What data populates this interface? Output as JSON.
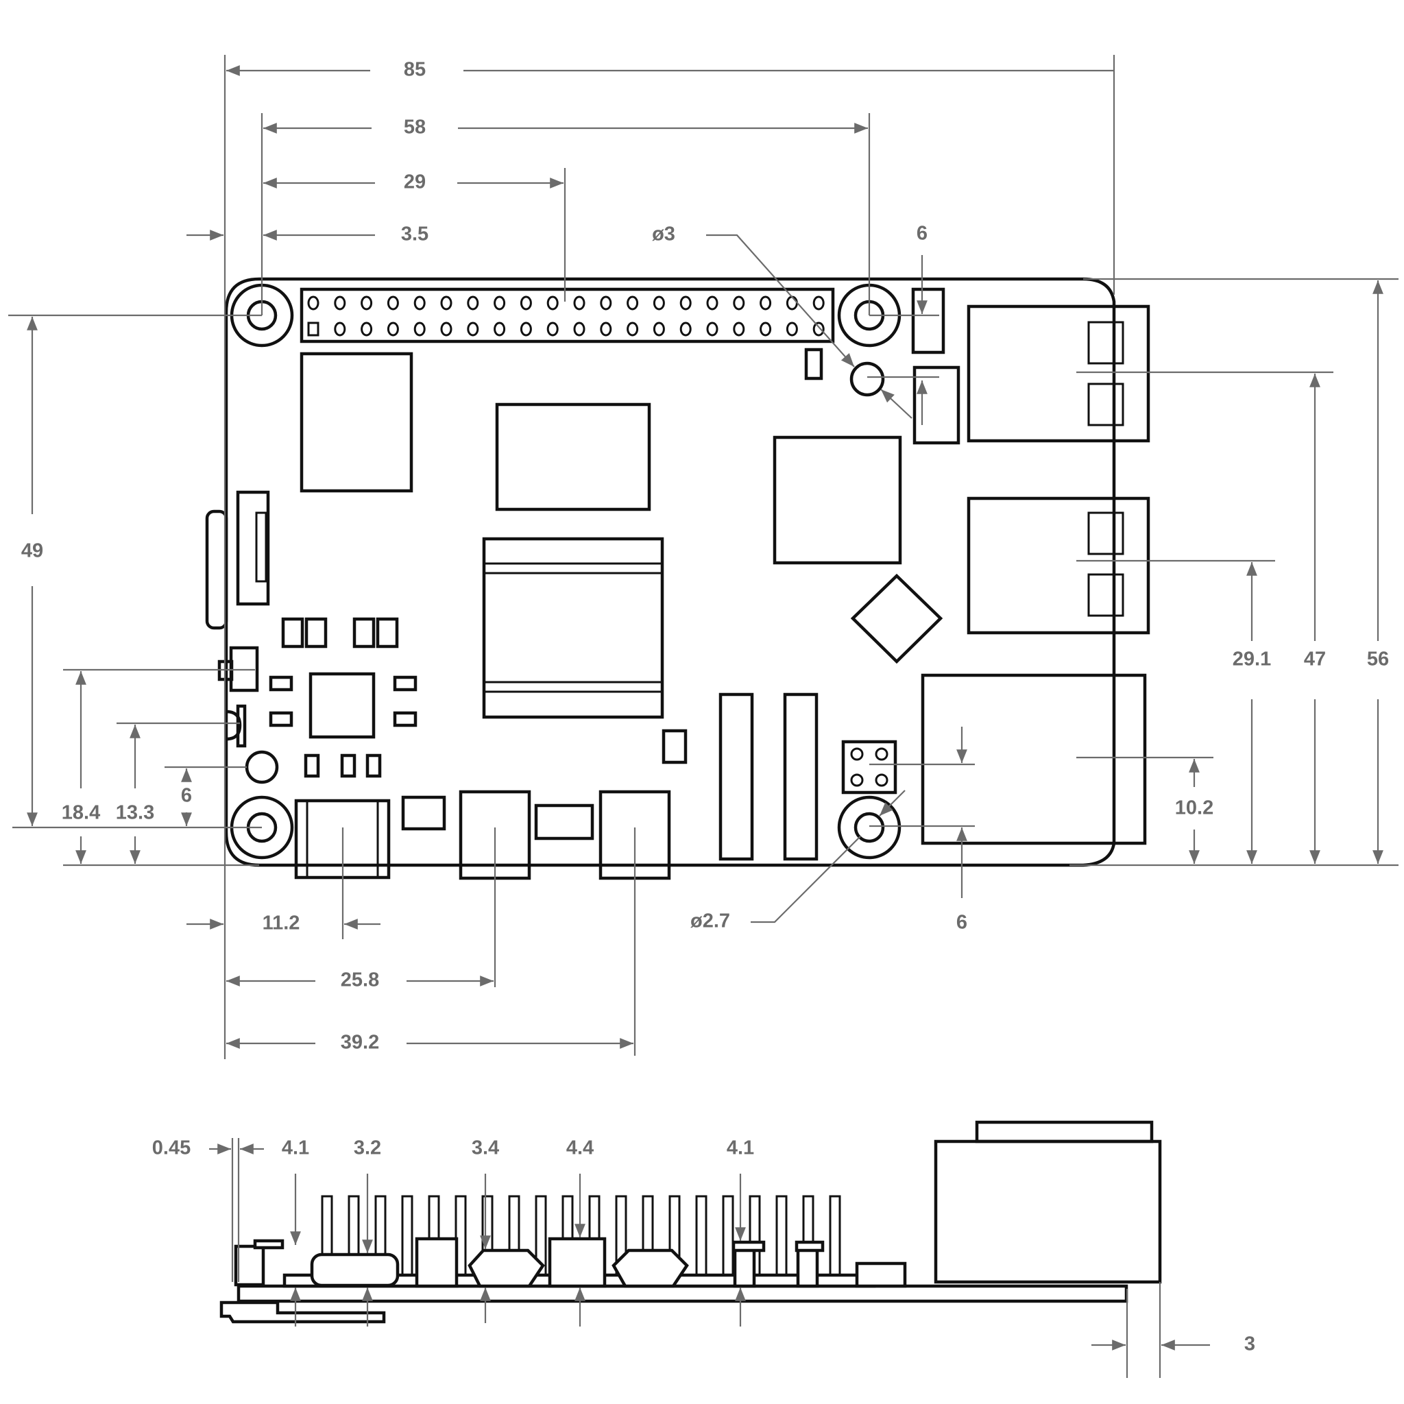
{
  "diagram": {
    "subject": "Single-board computer mechanical drawing",
    "units": "mm",
    "views": [
      "top-view",
      "side-view"
    ],
    "colors": {
      "outline": "#111111",
      "dimension": "#6b6b6b",
      "background": "#ffffff"
    },
    "top_view": {
      "horizontal_dims": {
        "board_width": "85",
        "mount_hole_spacing": "58",
        "gpio_center": "29",
        "hole_offset": "3.5",
        "power_port": "11.2",
        "hdmi0": "25.8",
        "hdmi1": "39.2"
      },
      "vertical_dims": {
        "board_height": "56",
        "hole_spacing": "49",
        "usb_upper": "47",
        "usb_lower": "29.1",
        "ethernet": "10.2",
        "fan_connector": "18.4",
        "led": "13.3",
        "button_offset": "6"
      },
      "callouts": {
        "small_hole": "ø3",
        "mount_hole": "ø2.7",
        "top_right_offset": "6",
        "bottom_right_offset": "6"
      },
      "gpio_header": {
        "rows": 2,
        "pins_per_row": 20
      }
    },
    "side_view": {
      "dims": {
        "sd_protrusion": "0.45",
        "power_height": "4.1",
        "usbc_height": "3.2",
        "hdmi0_height": "3.4",
        "center_height": "4.4",
        "pcie_height": "4.1",
        "ethernet_overhang": "3"
      }
    }
  }
}
